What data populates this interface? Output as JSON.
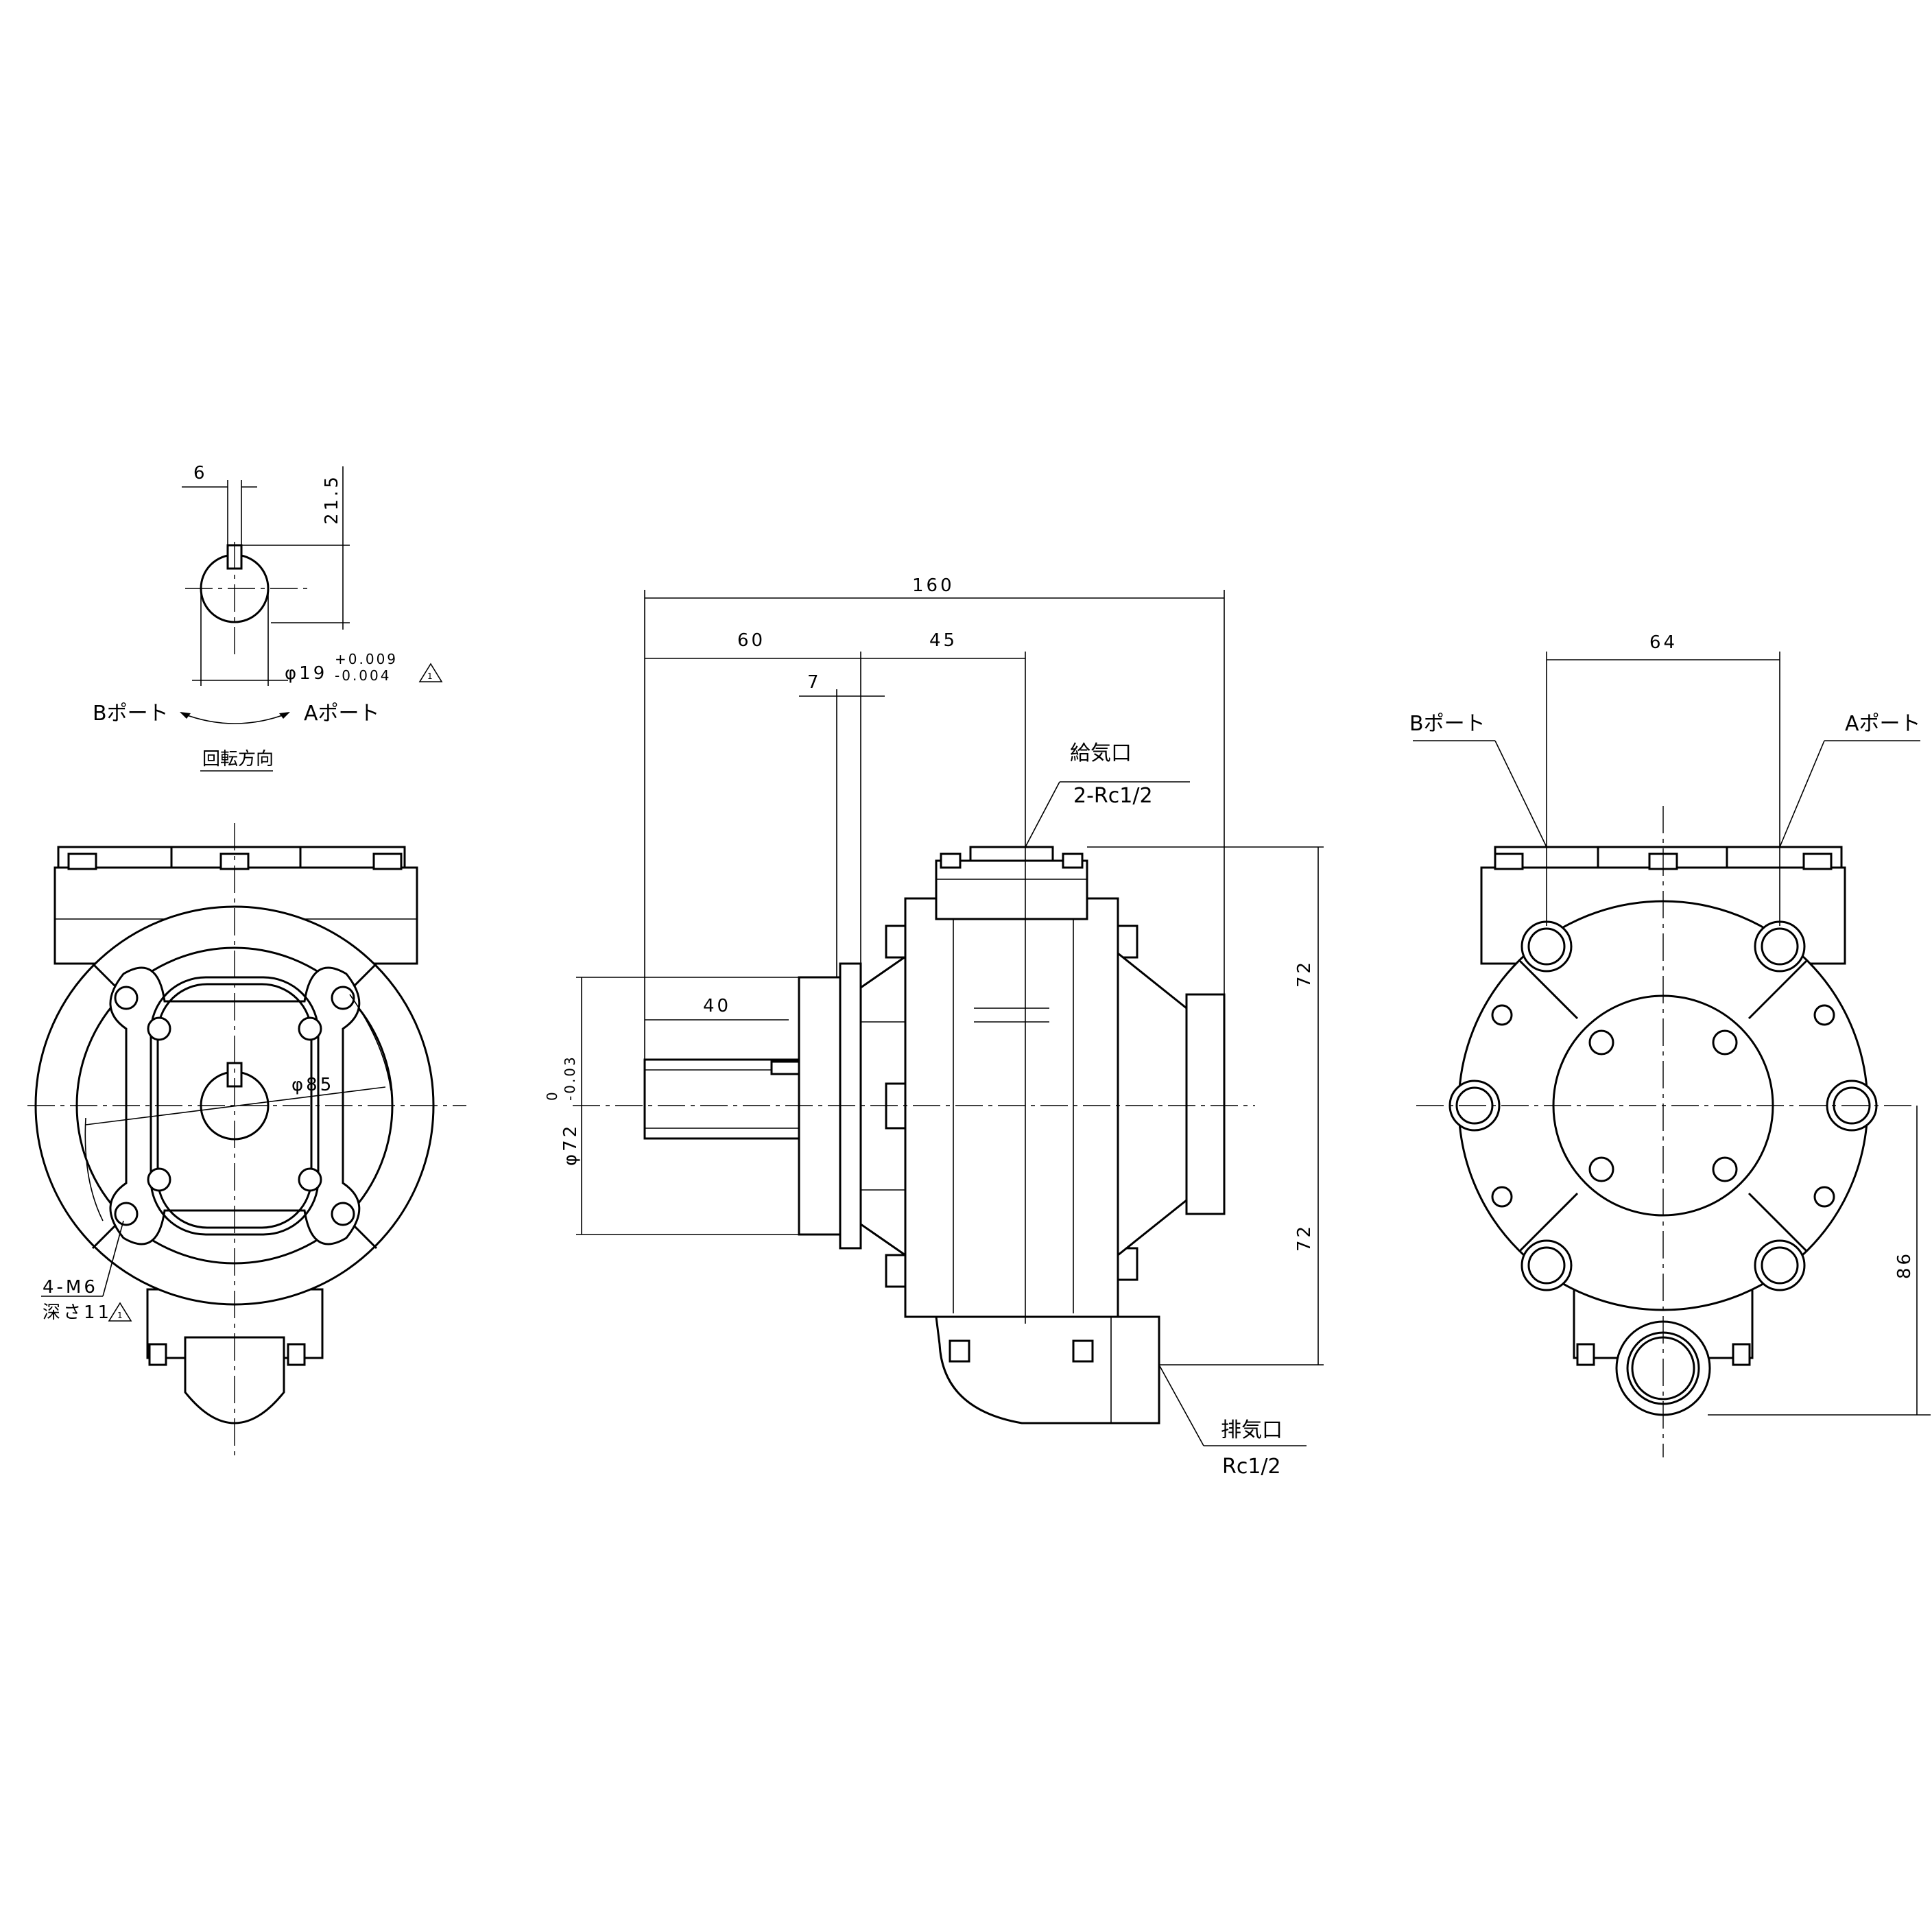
{
  "shaft_detail": {
    "key_width": "6",
    "key_height": "21.5",
    "diameter": "φ19",
    "tol_upper": "+0.009",
    "tol_lower": "-0.004",
    "rev_mark": "1",
    "b_port": "Bポート",
    "a_port": "Aポート",
    "rotation": "回転方向"
  },
  "front_view": {
    "pcd": "φ85",
    "tap": "4-M6",
    "depth": "深さ11",
    "rev_mark": "1"
  },
  "side_view": {
    "overall_length": "160",
    "shaft_section": "60",
    "body_section": "45",
    "flange_step": "7",
    "shaft_length": "40",
    "pilot_diameter": "φ72",
    "pilot_tol_upper": "0",
    "pilot_tol_lower": "-0.03",
    "upper_height": "72",
    "lower_height": "72",
    "supply_port_name": "給気口",
    "supply_port_spec": "2-Rc1/2",
    "exhaust_port_name": "排気口",
    "exhaust_port_spec": "Rc1/2"
  },
  "rear_view": {
    "port_pitch": "64",
    "b_port": "Bポート",
    "a_port": "Aポート",
    "exhaust_height": "86"
  }
}
